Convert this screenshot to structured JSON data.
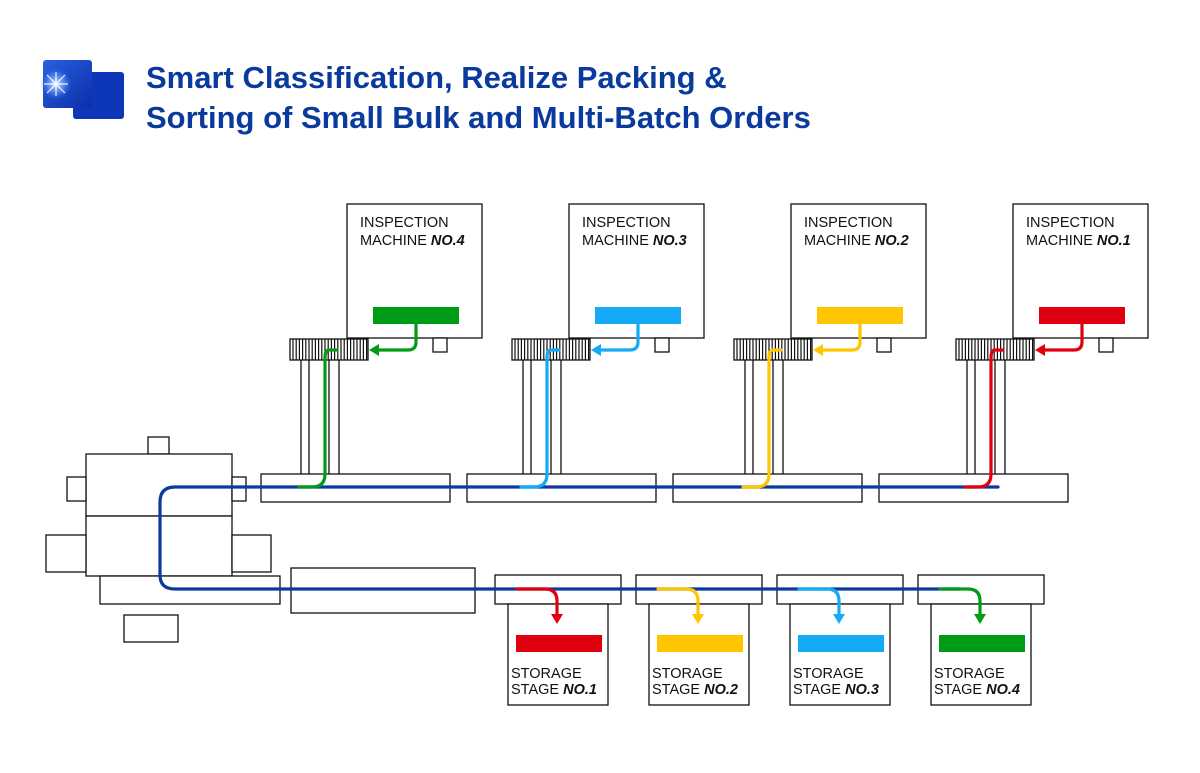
{
  "title": {
    "line1": "Smart Classification, Realize Packing &",
    "line2": "Sorting of Small Bulk and Multi-Batch Orders"
  },
  "icons": {
    "logo": "blue-starburst-tile-icon"
  },
  "colors": {
    "title": "#0a3a9e",
    "main_flow": "#0a3a9e",
    "green": "#009c18",
    "blue": "#14aaf5",
    "yellow": "#ffc500",
    "red": "#e00010"
  },
  "inspection_machines": [
    {
      "line1": "INSPECTION",
      "line2_prefix": "MACHINE ",
      "number": "NO.4",
      "color": "#009c18"
    },
    {
      "line1": "INSPECTION",
      "line2_prefix": "MACHINE ",
      "number": "NO.3",
      "color": "#14aaf5"
    },
    {
      "line1": "INSPECTION",
      "line2_prefix": "MACHINE ",
      "number": "NO.2",
      "color": "#ffc500"
    },
    {
      "line1": "INSPECTION",
      "line2_prefix": "MACHINE ",
      "number": "NO.1",
      "color": "#e00010"
    }
  ],
  "storage_stages": [
    {
      "line1": "STORAGE",
      "line2_prefix": "STAGE ",
      "number": "NO.1",
      "color": "#e00010"
    },
    {
      "line1": "STORAGE",
      "line2_prefix": "STAGE ",
      "number": "NO.2",
      "color": "#ffc500"
    },
    {
      "line1": "STORAGE",
      "line2_prefix": "STAGE ",
      "number": "NO.3",
      "color": "#14aaf5"
    },
    {
      "line1": "STORAGE",
      "line2_prefix": "STAGE ",
      "number": "NO.4",
      "color": "#009c18"
    }
  ]
}
